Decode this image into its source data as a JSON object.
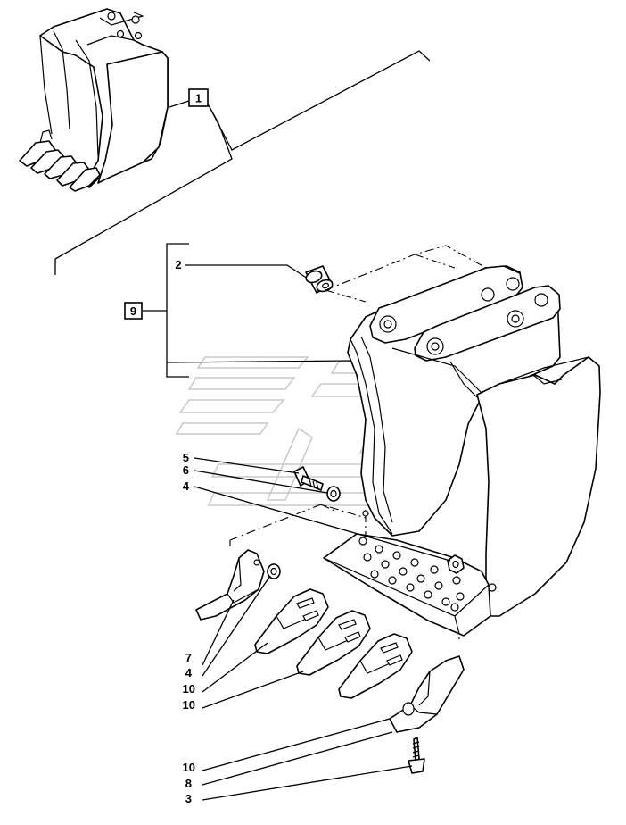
{
  "callouts": {
    "c1": "1",
    "c2": "2",
    "c9": "9",
    "c5": "5",
    "c6": "6",
    "c4a": "4",
    "c7": "7",
    "c4b": "4",
    "c10a": "10",
    "c10b": "10",
    "c10c": "10",
    "c8": "8",
    "c3": "3"
  }
}
